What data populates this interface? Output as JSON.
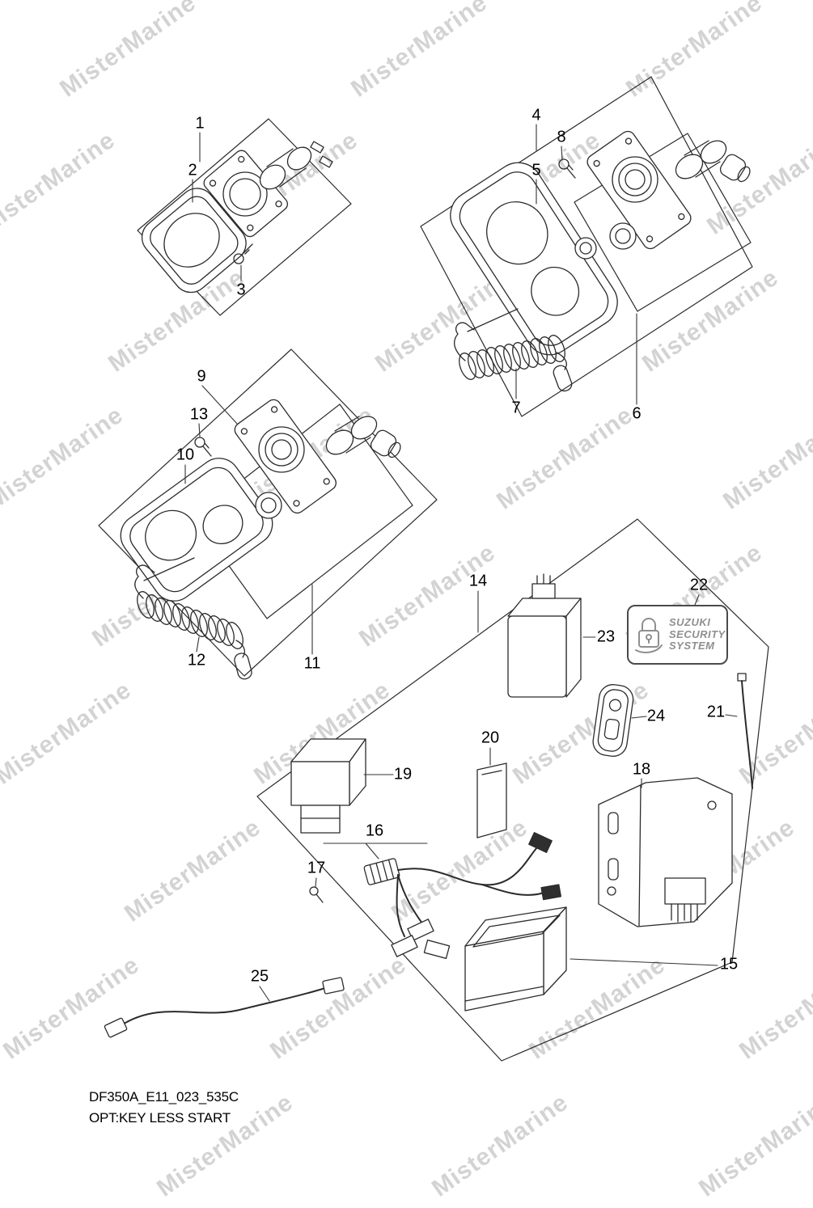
{
  "watermark": {
    "text": "MisterMarine"
  },
  "security_label": {
    "line1": "SUZUKI",
    "line2": "SECURITY",
    "line3": "SYSTEM"
  },
  "footer": {
    "line1": "DF350A_E11_023_535C",
    "line2": "OPT:KEY LESS START"
  },
  "parts": {
    "p1": "1",
    "p2": "2",
    "p3": "3",
    "p4": "4",
    "p5": "5",
    "p6": "6",
    "p7": "7",
    "p8": "8",
    "p9": "9",
    "p10": "10",
    "p11": "11",
    "p12": "12",
    "p13": "13",
    "p14": "14",
    "p15": "15",
    "p16": "16",
    "p17": "17",
    "p18": "18",
    "p19": "19",
    "p20": "20",
    "p21": "21",
    "p22": "22",
    "p23": "23",
    "p24": "24",
    "p25": "25"
  }
}
